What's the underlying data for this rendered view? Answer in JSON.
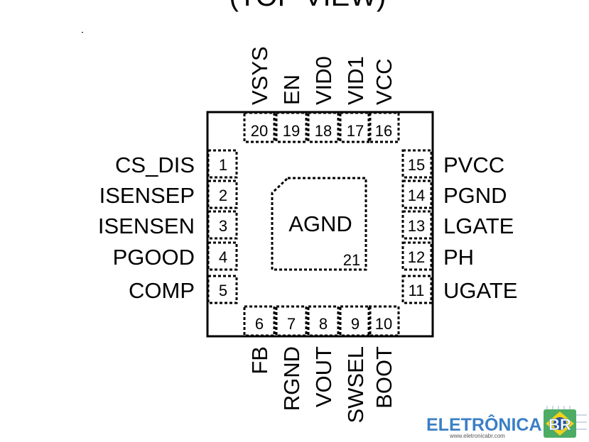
{
  "title": "(TOP VIEW)",
  "package": {
    "center_pad": {
      "label": "AGND",
      "number": "21"
    },
    "top_pins": [
      {
        "number": "20",
        "name": "VSYS"
      },
      {
        "number": "19",
        "name": "EN"
      },
      {
        "number": "18",
        "name": "VID0"
      },
      {
        "number": "17",
        "name": "VID1"
      },
      {
        "number": "16",
        "name": "VCC"
      }
    ],
    "left_pins": [
      {
        "number": "1",
        "name": "CS_DIS"
      },
      {
        "number": "2",
        "name": "ISENSEP"
      },
      {
        "number": "3",
        "name": "ISENSEN"
      },
      {
        "number": "4",
        "name": "PGOOD"
      },
      {
        "number": "5",
        "name": "COMP"
      }
    ],
    "bottom_pins": [
      {
        "number": "6",
        "name": "FB"
      },
      {
        "number": "7",
        "name": "RGND"
      },
      {
        "number": "8",
        "name": "VOUT"
      },
      {
        "number": "9",
        "name": "SWSEL"
      },
      {
        "number": "10",
        "name": "BOOT"
      }
    ],
    "right_pins": [
      {
        "number": "15",
        "name": "PVCC"
      },
      {
        "number": "14",
        "name": "PGND"
      },
      {
        "number": "13",
        "name": "LGATE"
      },
      {
        "number": "12",
        "name": "PH"
      },
      {
        "number": "11",
        "name": "UGATE"
      }
    ]
  },
  "watermark": {
    "brand": "ELETRÔNICA",
    "brand_suffix": "BR",
    "url": "www.eletronicabr.com",
    "colors": {
      "brand_blue": "#3b7fc4",
      "green": "#2e9e48",
      "yellow": "#f2d21b",
      "blue": "#2b4fa0"
    }
  }
}
